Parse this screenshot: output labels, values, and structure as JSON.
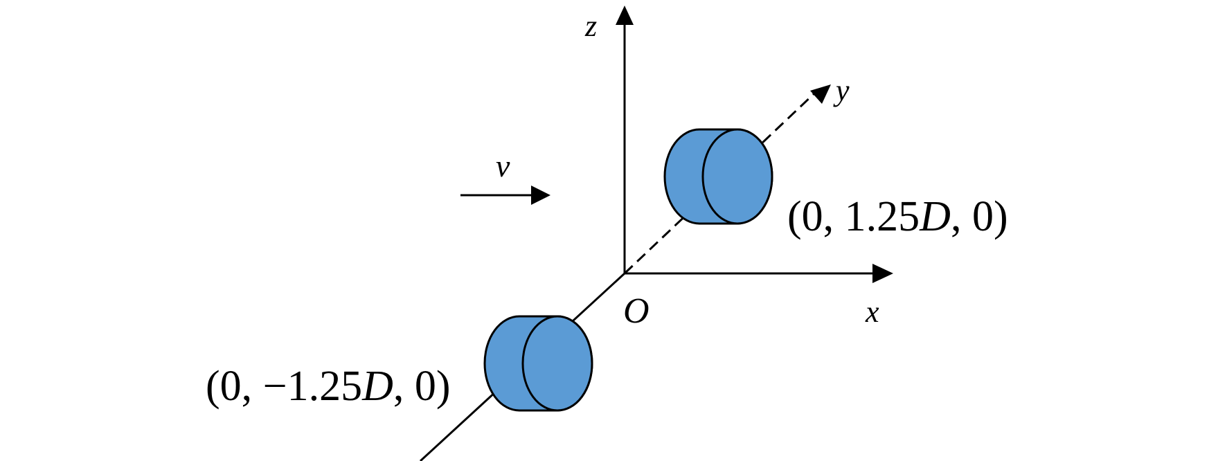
{
  "axes": {
    "x_label": "x",
    "y_label": "y",
    "z_label": "z",
    "origin_label": "O"
  },
  "flow": {
    "velocity_label": "v"
  },
  "cylinders": [
    {
      "coord_prefix": "(0, 1.25",
      "coord_var": "D",
      "coord_suffix": ", 0)",
      "fill": "#5b9bd5"
    },
    {
      "coord_prefix": "(0, −1.25",
      "coord_var": "D",
      "coord_suffix": ", 0)",
      "fill": "#5b9bd5"
    }
  ],
  "colors": {
    "stroke": "#000000",
    "background": "#ffffff"
  }
}
